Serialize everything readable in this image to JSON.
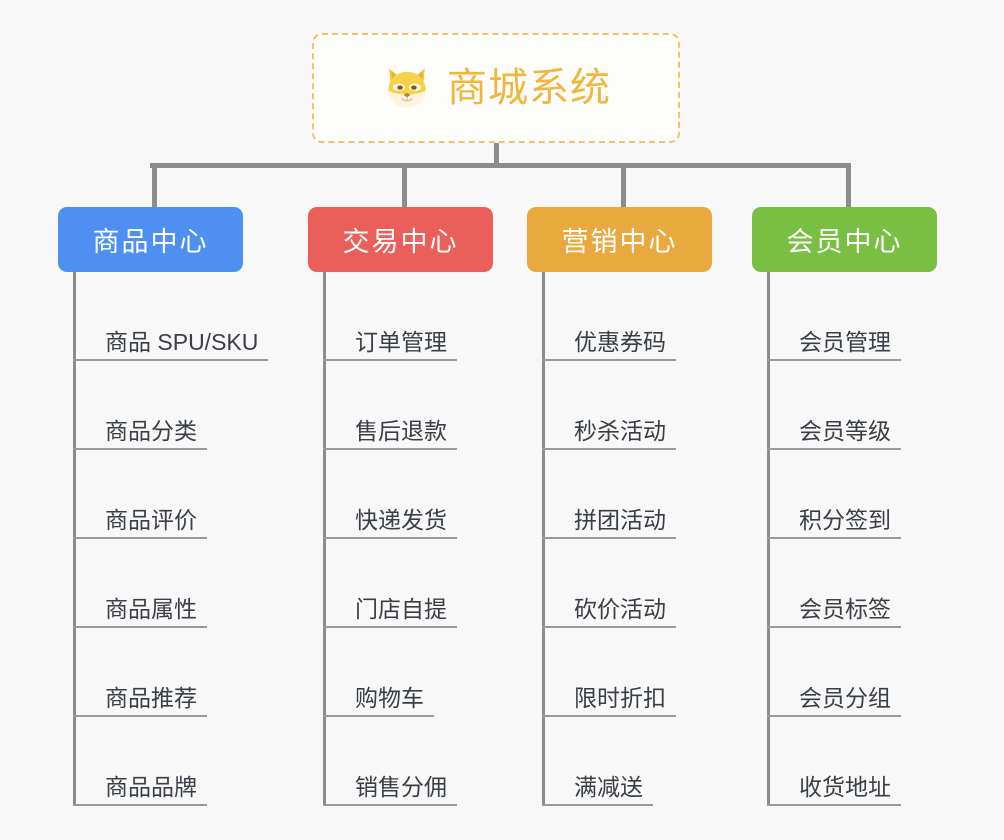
{
  "page": {
    "background_color": "#f8f8f8",
    "type": "mindmap"
  },
  "root": {
    "title": "商城系统",
    "icon": "shiba-dog-face-emoji",
    "border_color": "#f3c36a",
    "text_color": "#f0b73f"
  },
  "branches": [
    {
      "label": "商品中心",
      "color": "#4d90f0",
      "leaves": [
        "商品 SPU/SKU",
        "商品分类",
        "商品评价",
        "商品属性",
        "商品推荐",
        "商品品牌"
      ]
    },
    {
      "label": "交易中心",
      "color": "#ea5f5a",
      "leaves": [
        "订单管理",
        "售后退款",
        "快递发货",
        "门店自提",
        "购物车",
        "销售分佣"
      ]
    },
    {
      "label": "营销中心",
      "color": "#eaa93f",
      "leaves": [
        "优惠券码",
        "秒杀活动",
        "拼团活动",
        "砍价活动",
        "限时折扣",
        "满减送"
      ]
    },
    {
      "label": "会员中心",
      "color": "#79bf43",
      "leaves": [
        "会员管理",
        "会员等级",
        "积分签到",
        "会员标签",
        "会员分组",
        "收货地址"
      ]
    }
  ]
}
